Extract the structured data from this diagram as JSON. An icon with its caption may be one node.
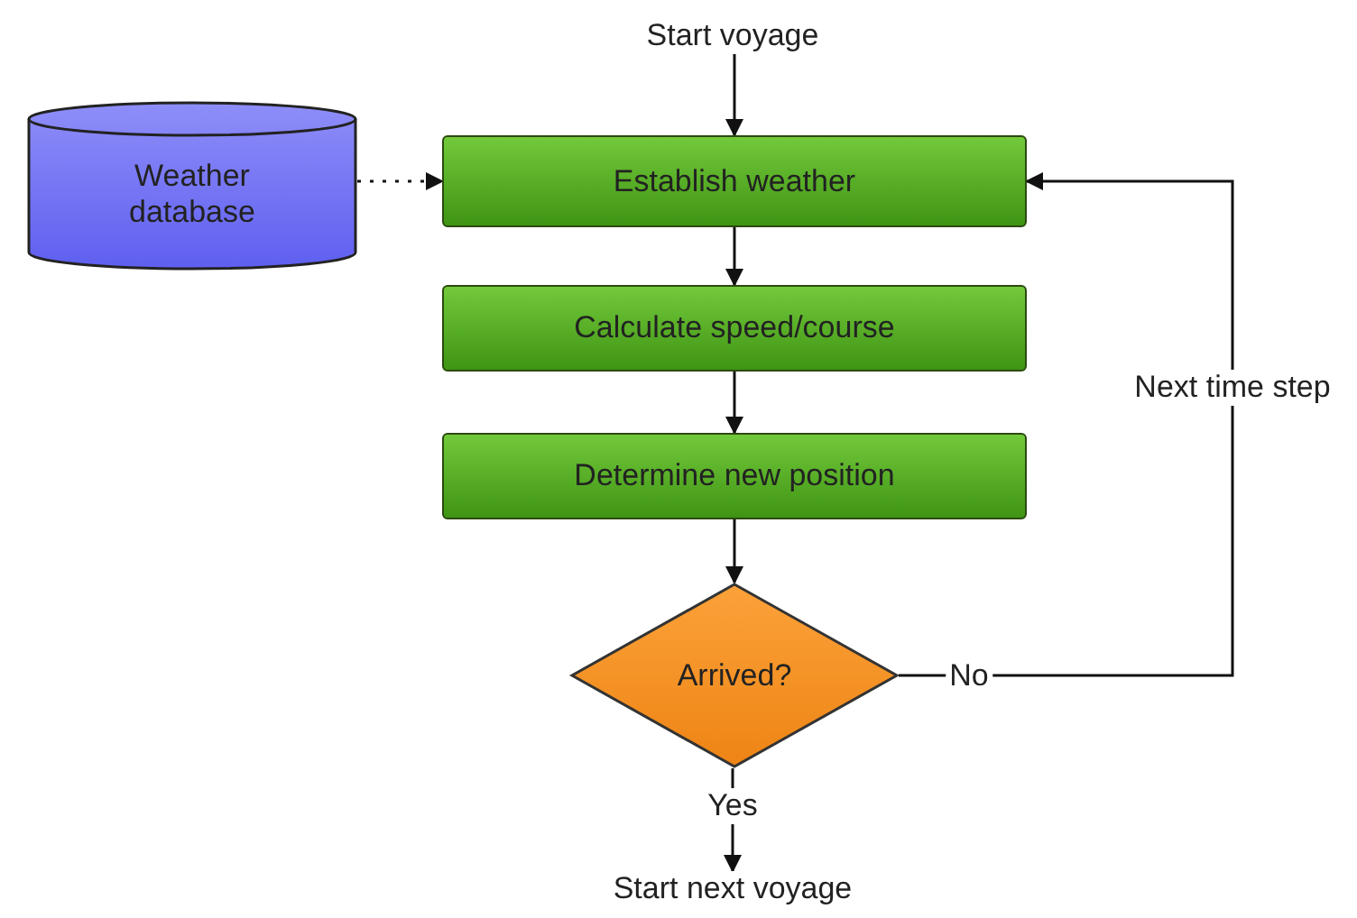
{
  "diagram": {
    "nodes": [
      {
        "text": [
          "Start voyage"
        ]
      },
      {
        "text": [
          "Weather database"
        ]
      },
      {
        "text": [
          "Establish weather"
        ]
      },
      {
        "text": [
          "Calculate speed/course"
        ]
      },
      {
        "text": [
          "Determine new position"
        ]
      },
      {
        "text": [
          "Arrived?"
        ]
      },
      {
        "text": [
          "Start next voyage"
        ]
      }
    ],
    "edges": [
      {
        "from": 0,
        "to": 2,
        "arrow": "to"
      },
      {
        "from": 1,
        "to": 2,
        "arrow": "to",
        "style": "dashed"
      },
      {
        "from": 2,
        "to": 3,
        "arrow": "to"
      },
      {
        "from": 3,
        "to": 4,
        "arrow": "to"
      },
      {
        "from": 4,
        "to": 5,
        "arrow": "to"
      },
      {
        "from": 5,
        "to": 2,
        "arrow": "to",
        "label": "No"
      },
      {
        "from": 5,
        "to": 6,
        "arrow": "to",
        "label": "Yes"
      }
    ],
    "labels": [
      "Next time step"
    ]
  }
}
